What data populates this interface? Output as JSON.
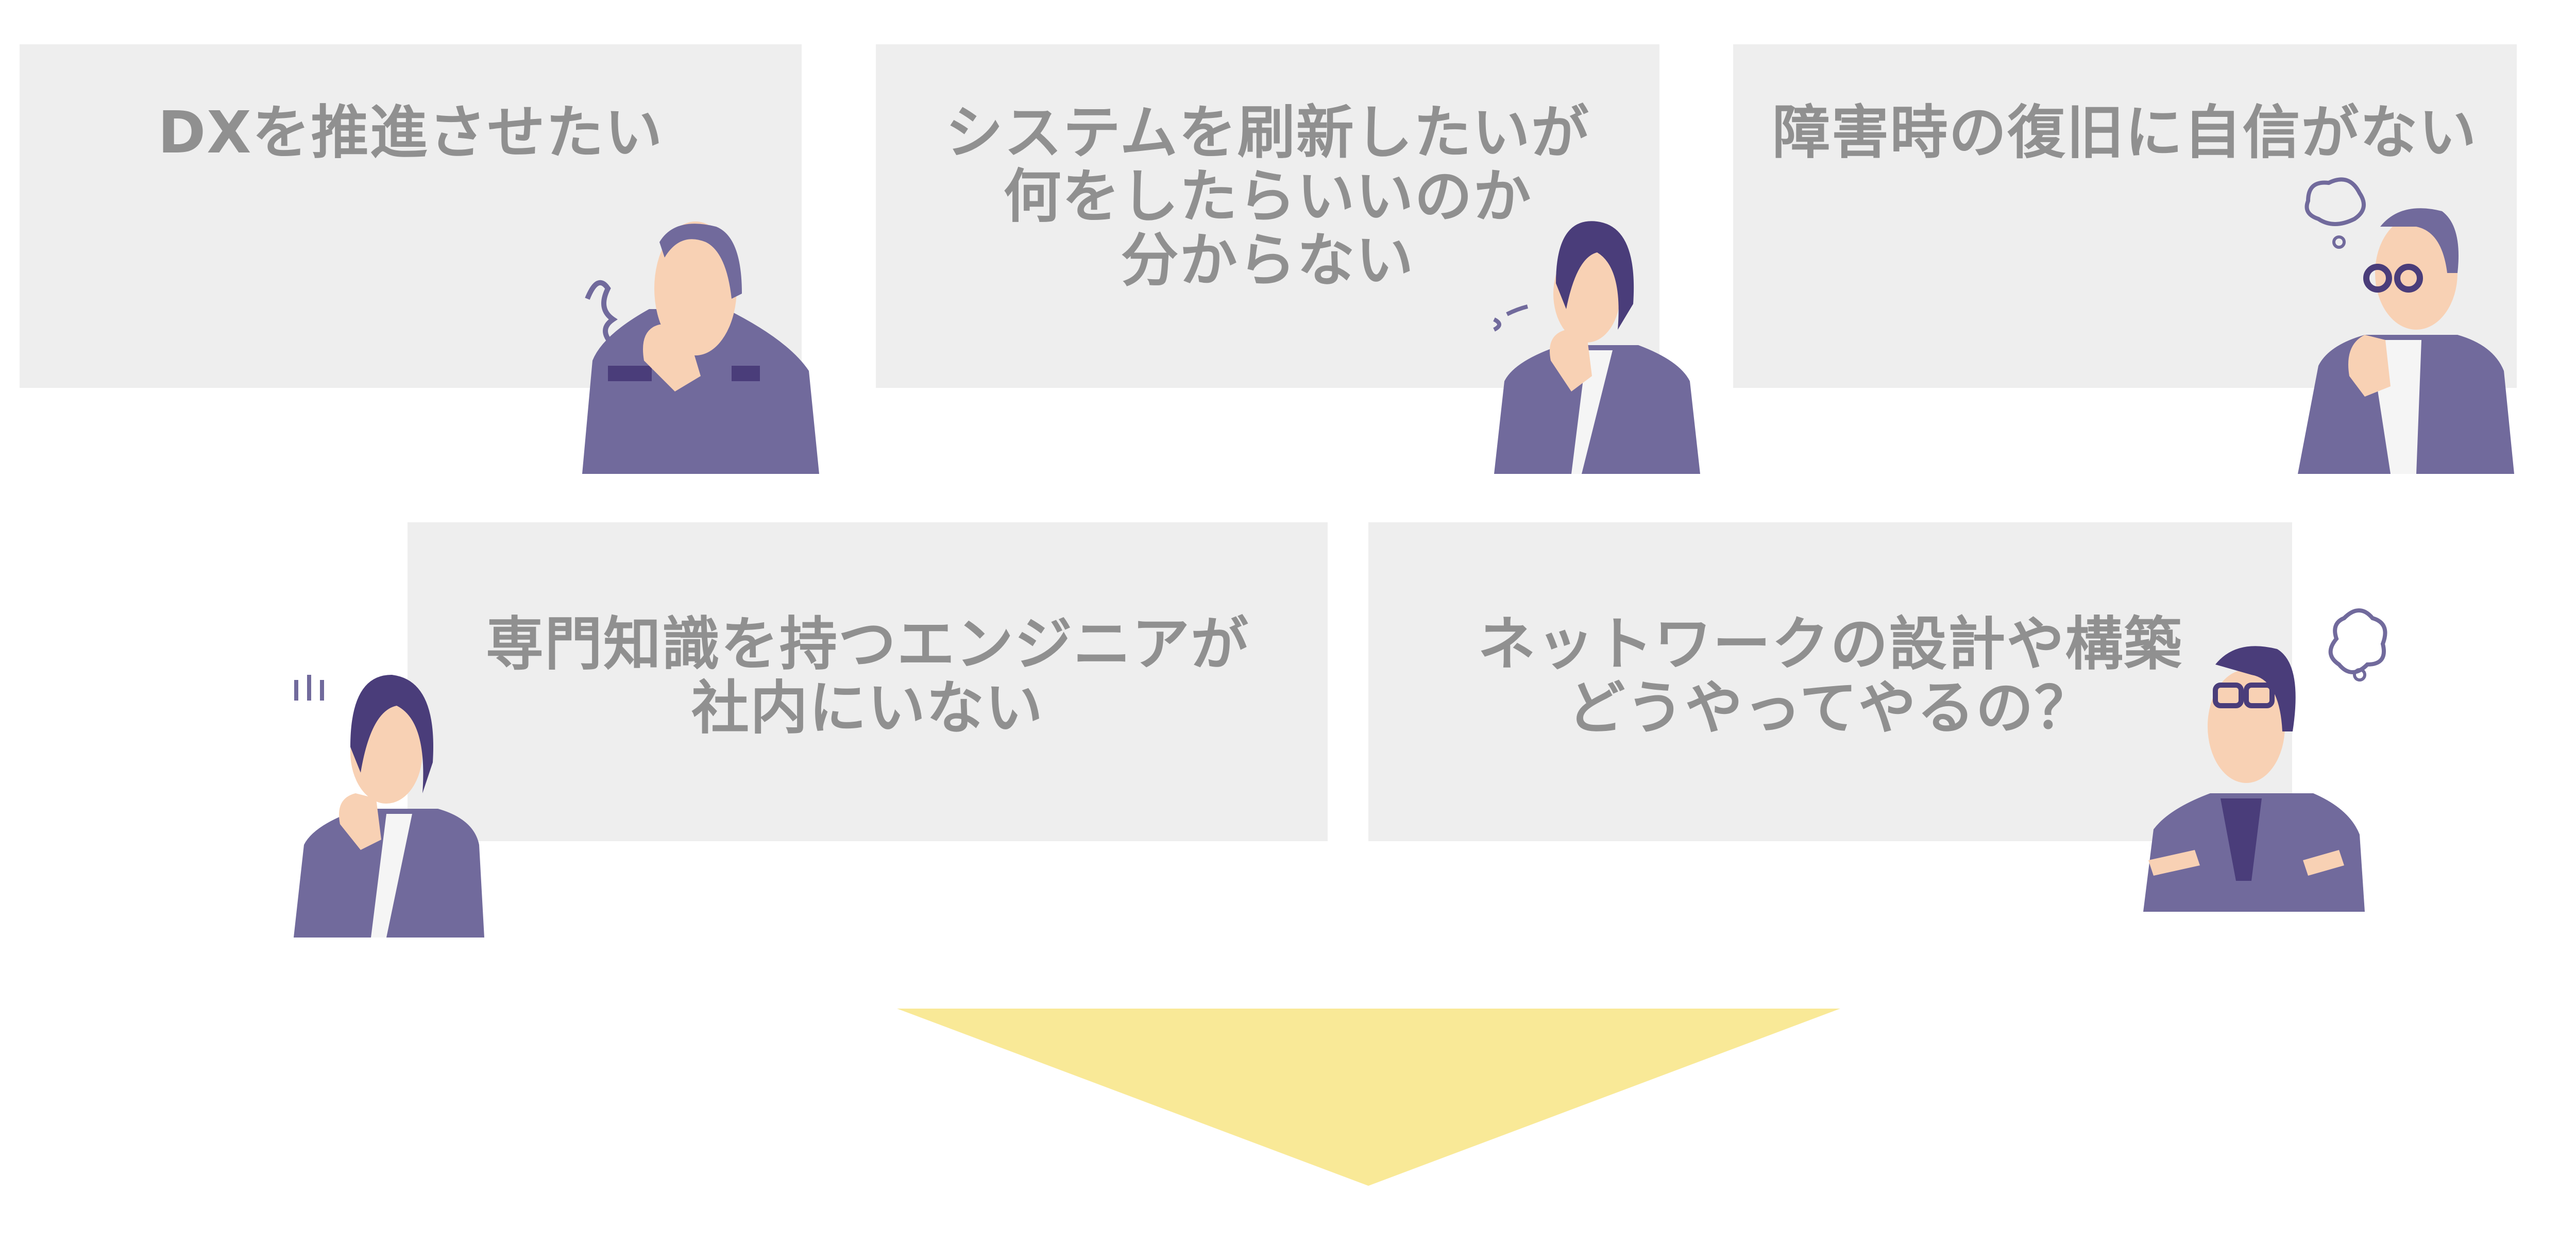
{
  "concerns": [
    {
      "lines": [
        "DXを推進させたい"
      ]
    },
    {
      "lines": [
        "システムを刷新したいが",
        "何をしたらいいのか",
        "分からない"
      ]
    },
    {
      "lines": [
        "障害時の復旧に自信がない"
      ]
    },
    {
      "lines": [
        "専門知識を持つエンジニアが",
        "社内にいない"
      ]
    },
    {
      "lines": [
        "ネットワークの設計や構築",
        "どうやってやるの？"
      ]
    }
  ],
  "colors": {
    "box": "#eeeeee",
    "text": "#909090",
    "suit": "#716a9c",
    "suit_dark": "#4a3d7a",
    "skin": "#f8d1b4",
    "arrow": "#f9e997"
  }
}
